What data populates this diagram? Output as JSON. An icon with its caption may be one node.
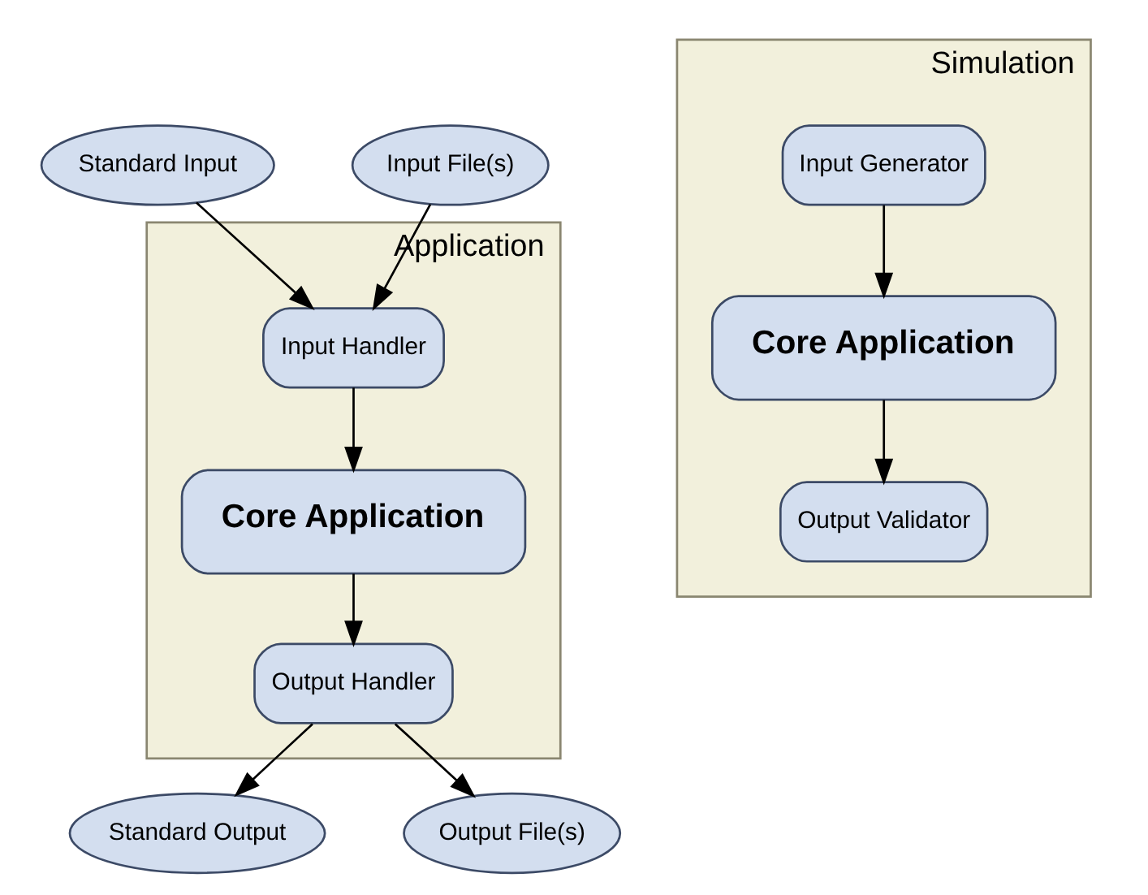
{
  "diagram": {
    "nodes": [
      {
        "text": [
          "Standard Input"
        ]
      },
      {
        "text": [
          "Input File(s)"
        ]
      },
      {
        "text": [
          "Application"
        ]
      },
      {
        "text": [
          "Input Handler"
        ],
        "in": 2
      },
      {
        "text": [
          "Core Application"
        ],
        "in": 2
      },
      {
        "text": [
          "Output Handler"
        ],
        "in": 2
      },
      {
        "text": [
          "Simulation"
        ]
      },
      {
        "text": [
          "Input Generator"
        ],
        "in": 6
      },
      {
        "text": [
          "Core Application"
        ],
        "in": 6
      },
      {
        "text": [
          "Output Validator"
        ],
        "in": 6
      },
      {
        "text": [
          "Standard Output"
        ]
      },
      {
        "text": [
          "Output File(s)"
        ]
      }
    ],
    "edges": [
      {
        "from": 0,
        "to": 3,
        "arrow": "to"
      },
      {
        "from": 1,
        "to": 3,
        "arrow": "to"
      },
      {
        "from": 3,
        "to": 4,
        "arrow": "to"
      },
      {
        "from": 4,
        "to": 5,
        "arrow": "to"
      },
      {
        "from": 5,
        "to": 10,
        "arrow": "to"
      },
      {
        "from": 5,
        "to": 11,
        "arrow": "to"
      },
      {
        "from": 7,
        "to": 8,
        "arrow": "to"
      },
      {
        "from": 8,
        "to": 9,
        "arrow": "to"
      }
    ]
  }
}
